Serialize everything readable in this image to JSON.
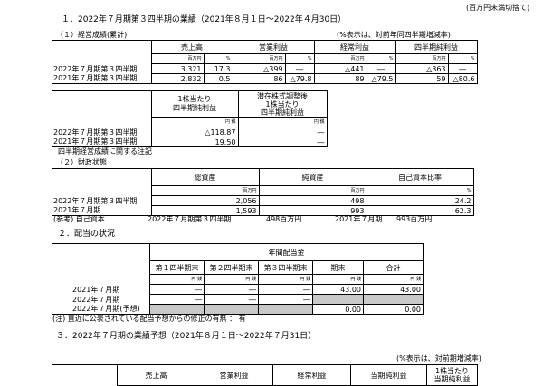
{
  "top_note": "(百万円未満切捨て)",
  "s1_title": "１．2022年７月期第３四半期の業績（2021年８月１日～2022年４月30日）",
  "s1_1_title": "（１）経営成績(累計)",
  "s1_1_note": "(%表示は、対前年同四半期増減率)",
  "op": {
    "headers": [
      "売上高",
      "営業利益",
      "経常利益",
      "四半期純利益"
    ],
    "units": [
      "百万円",
      "%",
      "百万円",
      "%",
      "百万円",
      "%",
      "百万円",
      "%"
    ],
    "rows": [
      {
        "label": "2022年７月期第３四半期",
        "cells": [
          "3,321",
          "17.3",
          "△399",
          "―",
          "△441",
          "―",
          "△363",
          "―"
        ]
      },
      {
        "label": "2021年７月期第３四半期",
        "cells": [
          "2,832",
          "0.5",
          "86",
          "△79.8",
          "89",
          "△79.5",
          "59",
          "△80.6"
        ]
      }
    ]
  },
  "eps": {
    "header1": [
      "1株当たり",
      "四半期純利益"
    ],
    "header2": [
      "潜在株式調整後",
      "1株当たり",
      "四半期純利益"
    ],
    "units": [
      "円 銭",
      "円 銭"
    ],
    "rows": [
      {
        "label": "2022年７月期第３四半期",
        "cells": [
          "△118.87",
          "―"
        ]
      },
      {
        "label": "2021年７月期第３四半期",
        "cells": [
          "19.50",
          "―"
        ]
      }
    ]
  },
  "eps_note": "四半期経営成績に関する注記",
  "s1_2_title": "（２）財政状態",
  "fin": {
    "headers": [
      "総資産",
      "純資産",
      "自己資本比率"
    ],
    "units": [
      "百万円",
      "百万円",
      "%"
    ],
    "rows": [
      {
        "label": "2022年７月期第３四半期",
        "cells": [
          "2,056",
          "498",
          "24.2"
        ]
      },
      {
        "label": "2021年７月期",
        "cells": [
          "1,593",
          "993",
          "62.3"
        ]
      }
    ]
  },
  "fin_ref": {
    "prefix": "(参考)  自己資本",
    "p1_label": "2022年７月期第３四半期",
    "p1_value": "498百万円",
    "p2_label": "2021年７月期",
    "p2_value": "993百万円"
  },
  "s2_title": "２．配当の状況",
  "div": {
    "group_header": "年間配当金",
    "headers": [
      "第１四半期末",
      "第２四半期末",
      "第３四半期末",
      "期末",
      "合計"
    ],
    "units": [
      "円 銭",
      "円 銭",
      "円 銭",
      "円 銭",
      "円 銭"
    ],
    "rows": [
      {
        "label": "2021年７月期",
        "cells": [
          "―",
          "―",
          "―",
          "43.00",
          "43.00"
        ]
      },
      {
        "label": "2022年７月期",
        "cells": [
          "―",
          "―",
          "―",
          "",
          ""
        ]
      },
      {
        "label": "2022年７月期(予想)",
        "cells": [
          "",
          "",
          "",
          "0.00",
          "0.00"
        ]
      }
    ]
  },
  "div_note": "(注) 直近に公表されている配当予想からの修正の有無  ： 有",
  "s3_title": "３．2022年７月期の業績予想（2021年８月１日～2022年７月31日）",
  "s3_note": "(%表示は、対前期増減率)",
  "fc": {
    "headers": [
      "売上高",
      "営業利益",
      "経常利益",
      "当期純利益"
    ],
    "eps_header": [
      "1株当たり",
      "当期純利益"
    ]
  }
}
